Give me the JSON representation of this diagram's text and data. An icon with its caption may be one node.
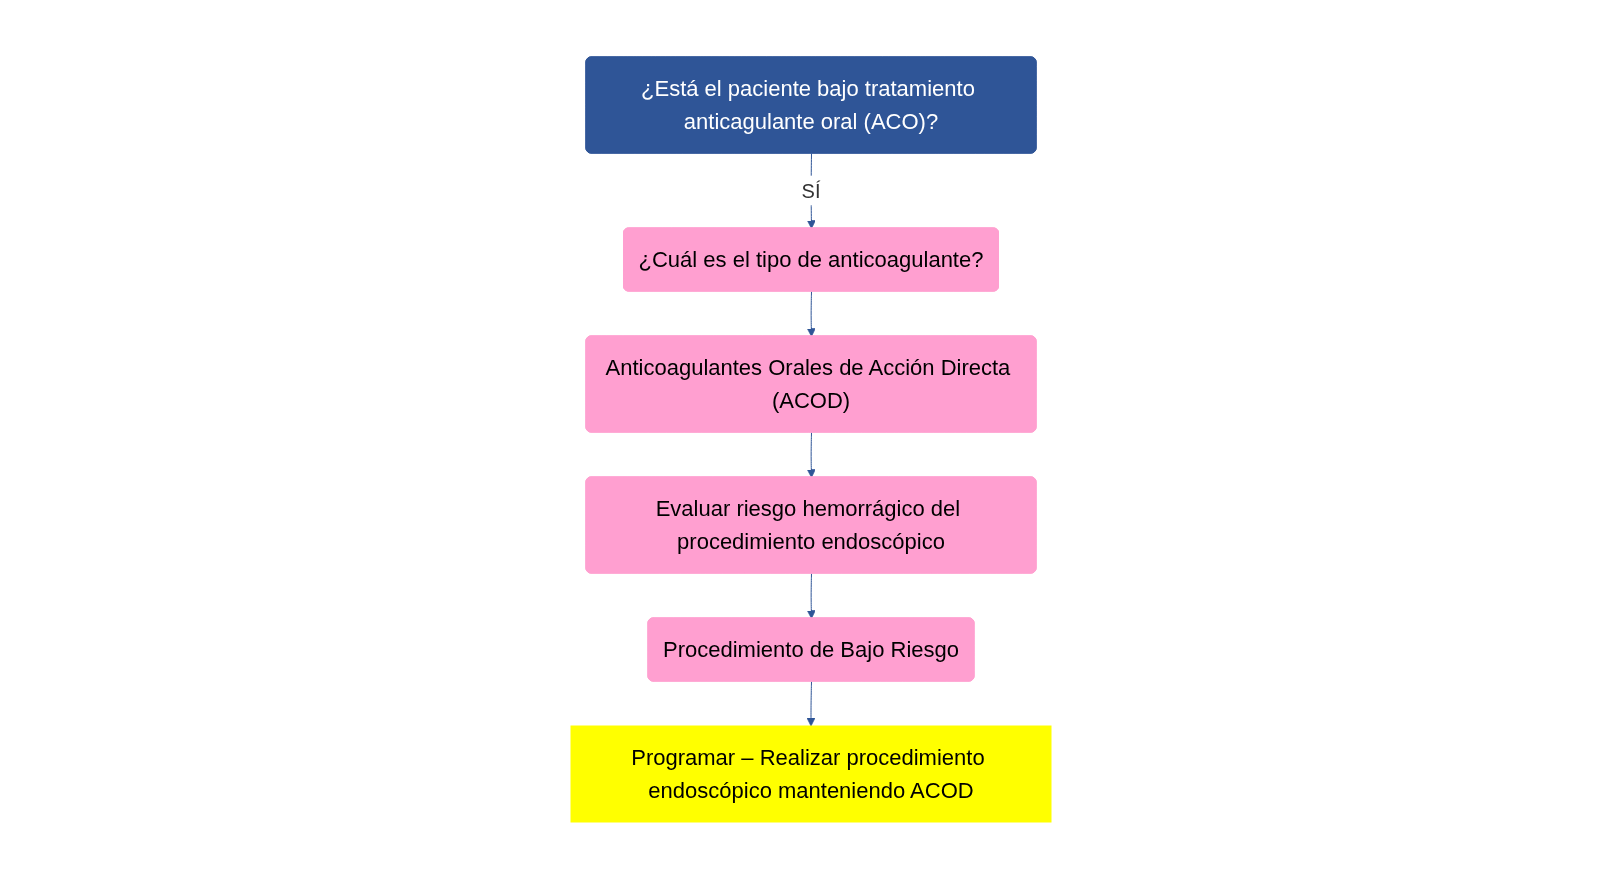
{
  "diagram": {
    "nodes": [
      {
        "text": [
          "¿Está el paciente bajo tratamiento anticagulante oral (ACO)?"
        ]
      },
      {
        "text": [
          "¿Cuál es el tipo de anticoagulante?"
        ]
      },
      {
        "text": [
          "Anticoagulantes Orales de Acción Directa (ACOD)"
        ]
      },
      {
        "text": [
          "Evaluar riesgo hemorrágico del procedimiento endoscópico"
        ]
      },
      {
        "text": [
          "Procedimiento de Bajo Riesgo"
        ]
      },
      {
        "text": [
          "Programar – Realizar procedimiento endoscópico manteniendo ACOD"
        ]
      }
    ],
    "edges": [
      {
        "from": 0,
        "to": 1,
        "arrow": "to",
        "label": "SÍ"
      },
      {
        "from": 1,
        "to": 2,
        "arrow": "to"
      },
      {
        "from": 2,
        "to": 3,
        "arrow": "to"
      },
      {
        "from": 3,
        "to": 4,
        "arrow": "to"
      },
      {
        "from": 4,
        "to": 5,
        "arrow": "to"
      }
    ]
  }
}
